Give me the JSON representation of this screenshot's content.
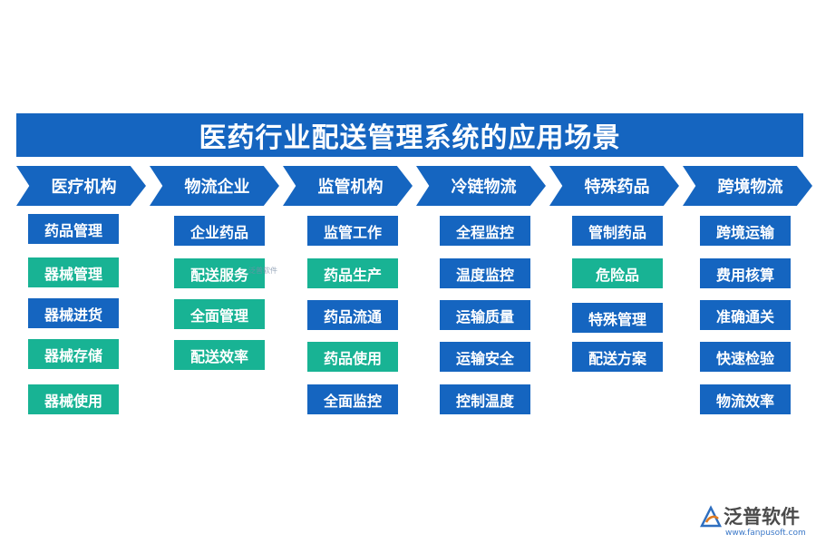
{
  "title": "医药行业配送管理系统的应用场景",
  "colors": {
    "primary_blue": "#1565c0",
    "teal": "#18b394"
  },
  "columns": [
    {
      "header": "医疗机构",
      "items": [
        {
          "label": "药品管理",
          "color": "blue"
        },
        {
          "label": "器械管理",
          "color": "teal"
        },
        {
          "label": "器械进货",
          "color": "blue"
        },
        {
          "label": "器械存储",
          "color": "teal"
        },
        {
          "label": "器械使用",
          "color": "teal"
        }
      ]
    },
    {
      "header": "物流企业",
      "items": [
        {
          "label": "企业药品",
          "color": "blue"
        },
        {
          "label": "配送服务",
          "color": "teal"
        },
        {
          "label": "全面管理",
          "color": "teal"
        },
        {
          "label": "配送效率",
          "color": "teal"
        }
      ]
    },
    {
      "header": "监管机构",
      "items": [
        {
          "label": "监管工作",
          "color": "blue"
        },
        {
          "label": "药品生产",
          "color": "teal"
        },
        {
          "label": "药品流通",
          "color": "blue"
        },
        {
          "label": "药品使用",
          "color": "teal"
        },
        {
          "label": "全面监控",
          "color": "blue"
        }
      ]
    },
    {
      "header": "冷链物流",
      "items": [
        {
          "label": "全程监控",
          "color": "blue"
        },
        {
          "label": "温度监控",
          "color": "blue"
        },
        {
          "label": "运输质量",
          "color": "blue"
        },
        {
          "label": "运输安全",
          "color": "blue"
        },
        {
          "label": "控制温度",
          "color": "blue"
        }
      ]
    },
    {
      "header": "特殊药品",
      "items": [
        {
          "label": "管制药品",
          "color": "blue"
        },
        {
          "label": "危险品",
          "color": "teal"
        },
        {
          "label": "特殊管理",
          "color": "blue"
        },
        {
          "label": "配送方案",
          "color": "blue"
        }
      ]
    },
    {
      "header": "跨境物流",
      "items": [
        {
          "label": "跨境运输",
          "color": "blue"
        },
        {
          "label": "费用核算",
          "color": "blue"
        },
        {
          "label": "准确通关",
          "color": "blue"
        },
        {
          "label": "快速检验",
          "color": "blue"
        },
        {
          "label": "物流效率",
          "color": "blue"
        }
      ]
    }
  ],
  "watermark": "泛普软件",
  "logo": {
    "name": "泛普软件",
    "url": "www.fanpusoft.com"
  }
}
